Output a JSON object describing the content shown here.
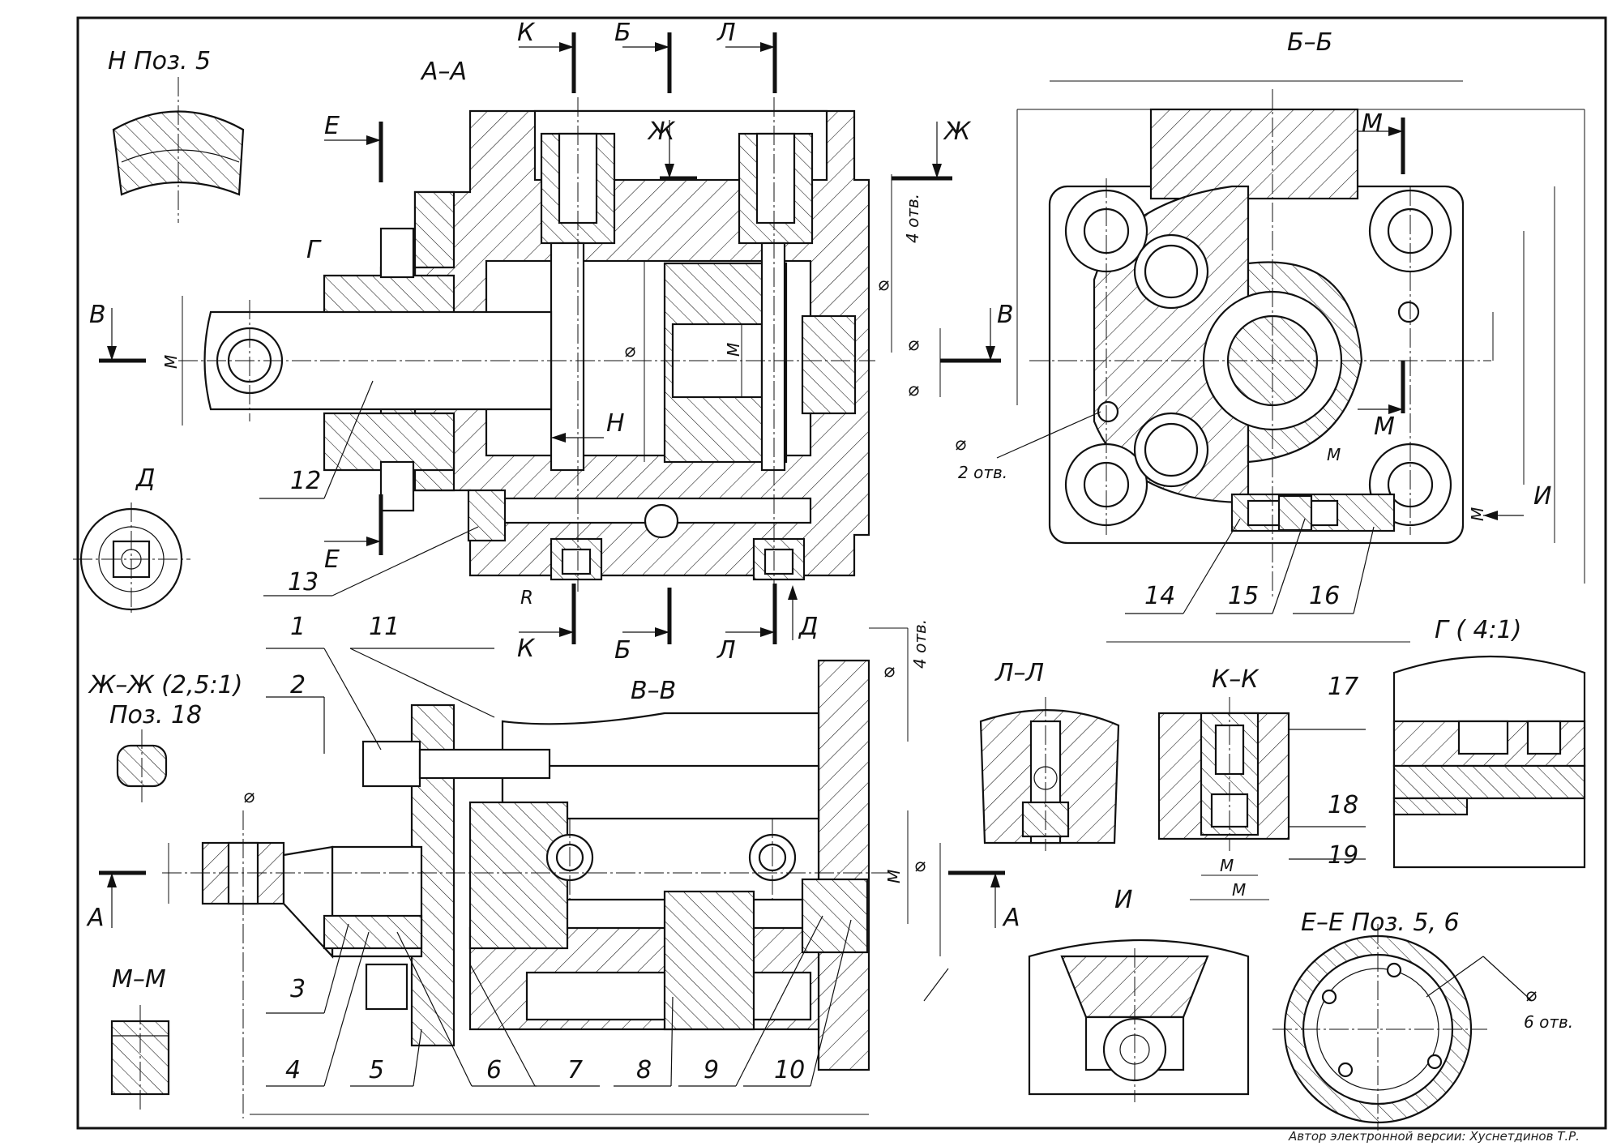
{
  "views": {
    "n_pos5": "Н Поз. 5",
    "a_a": "А–А",
    "b_b": "Б–Б",
    "v_v": "В–В",
    "d": "Д",
    "zh_zh": "Ж–Ж (2,5:1)",
    "zh_zh_pos": "Поз. 18",
    "m_m": "М–М",
    "l_l": "Л–Л",
    "k_k": "К–К",
    "i": "И",
    "g_detail": "Г ( 4:1)",
    "e_e": "Е–Е Поз. 5, 6"
  },
  "section_letters": {
    "k": "К",
    "b": "Б",
    "l": "Л",
    "e": "Е",
    "zh": "Ж",
    "v": "В",
    "n": "Н",
    "g": "Г",
    "d": "Д",
    "a": "А",
    "m": "М",
    "i": "И",
    "r": "R"
  },
  "dimension_texts": {
    "dia": "⌀",
    "m": "М",
    "holes4": "4 отв.",
    "holes2": "2 отв.",
    "holes6": "6 отв."
  },
  "part_numbers": [
    "1",
    "2",
    "3",
    "4",
    "5",
    "6",
    "7",
    "8",
    "9",
    "10",
    "11",
    "12",
    "13",
    "14",
    "15",
    "16",
    "17",
    "18",
    "19"
  ],
  "author": "Автор электронной версии: Хуснетдинов Т.Р."
}
